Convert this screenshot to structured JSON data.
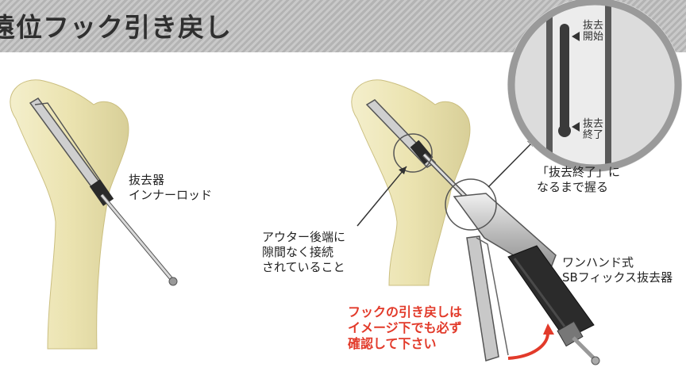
{
  "title": "遠位フック引き戻し",
  "labels": {
    "extractor_inner_rod": [
      "抜去器",
      "インナーロッド"
    ],
    "outer_connection": [
      "アウター後端に",
      "隙間なく接続",
      "されていること"
    ],
    "grip_until_end": [
      "「抜去終了」に",
      "なるまで握る"
    ],
    "one_hand_extractor": [
      "ワンハンド式",
      "SBフィックス抜去器"
    ],
    "magnifier_start": [
      "抜去",
      "開始"
    ],
    "magnifier_end": [
      "抜去",
      "終了"
    ]
  },
  "warning": [
    "フックの引き戻しは",
    "イメージ下でも必ず",
    "確認して下さい"
  ],
  "colors": {
    "warning": "#e23a2a",
    "bone": "#ede6b8",
    "header": "#bdbdbd"
  }
}
